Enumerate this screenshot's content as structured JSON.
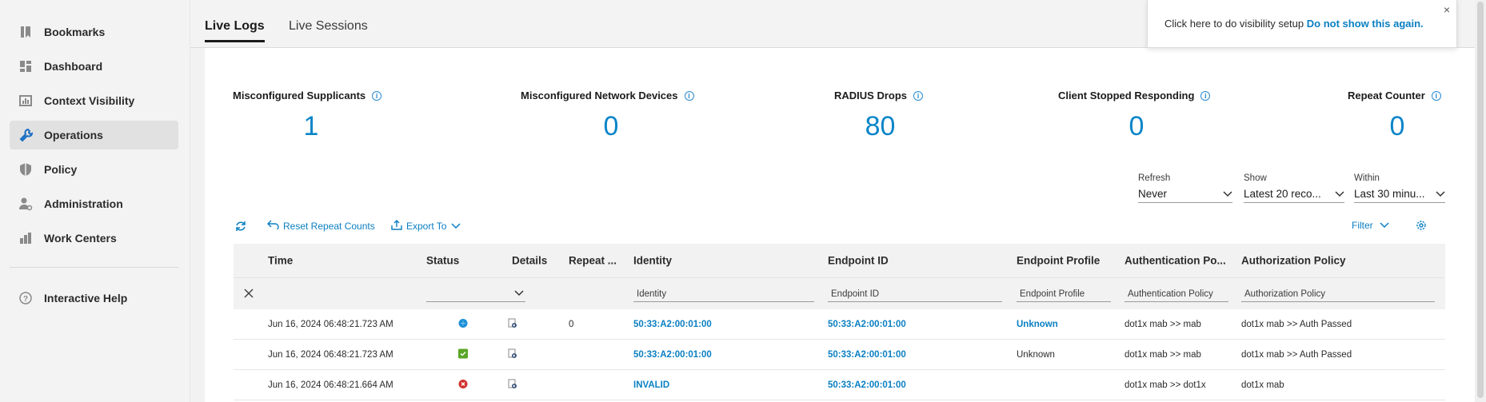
{
  "sidebar": {
    "items": [
      {
        "label": "Bookmarks",
        "icon": "bookmark-icon"
      },
      {
        "label": "Dashboard",
        "icon": "dashboard-icon"
      },
      {
        "label": "Context Visibility",
        "icon": "context-visibility-icon"
      },
      {
        "label": "Operations",
        "icon": "wrench-icon",
        "active": true
      },
      {
        "label": "Policy",
        "icon": "shield-icon"
      },
      {
        "label": "Administration",
        "icon": "admin-user-icon"
      },
      {
        "label": "Work Centers",
        "icon": "work-centers-icon"
      }
    ],
    "help": {
      "label": "Interactive Help",
      "icon": "help-circle-icon"
    }
  },
  "tabs": [
    {
      "label": "Live Logs",
      "active": true
    },
    {
      "label": "Live Sessions",
      "active": false
    }
  ],
  "notice": {
    "text": "Click here to do visibility setup",
    "link": "Do not show this again.",
    "close": "×"
  },
  "metrics": [
    {
      "label": "Misconfigured Supplicants",
      "value": "1"
    },
    {
      "label": "Misconfigured Network Devices",
      "value": "0"
    },
    {
      "label": "RADIUS Drops",
      "value": "80"
    },
    {
      "label": "Client Stopped Responding",
      "value": "0"
    },
    {
      "label": "Repeat Counter",
      "value": "0"
    }
  ],
  "filters": {
    "refresh": {
      "label": "Refresh",
      "value": "Never"
    },
    "show": {
      "label": "Show",
      "value": "Latest 20 reco..."
    },
    "within": {
      "label": "Within",
      "value": "Last 30 minu..."
    }
  },
  "toolbar": {
    "reset": "Reset Repeat Counts",
    "export": "Export To",
    "filter": "Filter"
  },
  "table": {
    "headers": [
      "Time",
      "Status",
      "Details",
      "Repeat ...",
      "Identity",
      "Endpoint ID",
      "Endpoint Profile",
      "Authentication Po...",
      "Authorization Policy"
    ],
    "filter_placeholders": {
      "identity": "Identity",
      "endpoint_id": "Endpoint ID",
      "endpoint_profile": "Endpoint Profile",
      "authentication_policy": "Authentication Policy",
      "authorization_policy": "Authorization Policy"
    },
    "rows": [
      {
        "time": "Jun 16, 2024 06:48:21.723 AM",
        "status": "session",
        "repeat": "0",
        "identity": "50:33:A2:00:01:00",
        "endpoint_id": "50:33:A2:00:01:00",
        "endpoint_profile": "Unknown",
        "profile_link": true,
        "authn": "dot1x mab >> mab",
        "authz": "dot1x mab >> Auth Passed"
      },
      {
        "time": "Jun 16, 2024 06:48:21.723 AM",
        "status": "pass",
        "repeat": "",
        "identity": "50:33:A2:00:01:00",
        "endpoint_id": "50:33:A2:00:01:00",
        "endpoint_profile": "Unknown",
        "profile_link": false,
        "authn": "dot1x mab >> mab",
        "authz": "dot1x mab >> Auth Passed"
      },
      {
        "time": "Jun 16, 2024 06:48:21.664 AM",
        "status": "fail",
        "repeat": "",
        "identity": "INVALID",
        "endpoint_id": "50:33:A2:00:01:00",
        "endpoint_profile": "",
        "profile_link": false,
        "authn": "dot1x mab >> dot1x",
        "authz": "dot1x mab"
      }
    ]
  },
  "colors": {
    "accent": "#0a85c9",
    "pass": "#5aa627",
    "fail": "#d0312d",
    "session": "#1b8fd6"
  }
}
